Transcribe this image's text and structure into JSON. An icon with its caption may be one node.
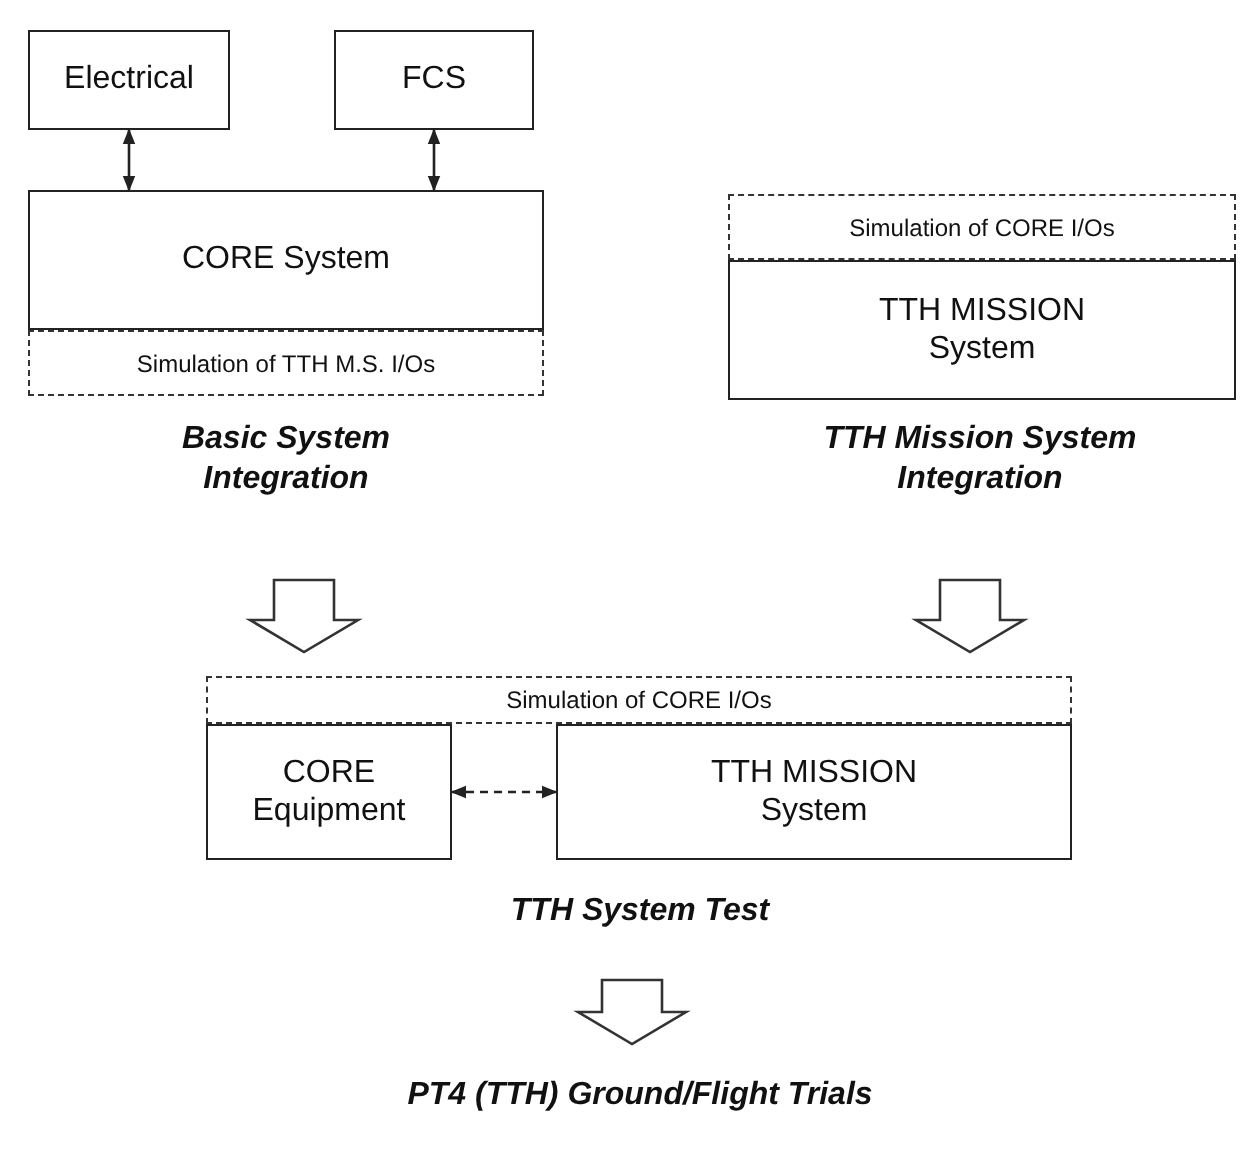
{
  "diagram": {
    "nodes": [
      {
        "text": [
          "Electrical"
        ]
      },
      {
        "text": [
          "FCS"
        ]
      },
      {
        "text": [
          "CORE System"
        ]
      },
      {
        "text": [
          "Simulation of TTH M.S. I/Os"
        ]
      },
      {
        "text": [
          "Basic System Integration"
        ]
      },
      {
        "text": [
          "Simulation of CORE I/Os"
        ]
      },
      {
        "text": [
          "TTH MISSION System"
        ]
      },
      {
        "text": [
          "TTH Mission System Integration"
        ]
      },
      {
        "text": [
          "Simulation of CORE I/Os"
        ]
      },
      {
        "text": [
          "CORE Equipment"
        ]
      },
      {
        "text": [
          "TTH MISSION System"
        ]
      },
      {
        "text": [
          "TTH System Test"
        ]
      },
      {
        "text": [
          "PT4 (TTH) Ground/Flight Trials"
        ]
      }
    ],
    "edges": [
      {
        "from": 0,
        "to": 2,
        "arrow": "both"
      },
      {
        "from": 1,
        "to": 2,
        "arrow": "both"
      },
      {
        "from": 4,
        "to": 8,
        "arrow": "to",
        "style": "thick"
      },
      {
        "from": 7,
        "to": 8,
        "arrow": "to",
        "style": "thick"
      },
      {
        "from": 9,
        "to": 10,
        "arrow": "both",
        "style": "dashed"
      },
      {
        "from": 11,
        "to": 12,
        "arrow": "to",
        "style": "thick"
      }
    ]
  }
}
